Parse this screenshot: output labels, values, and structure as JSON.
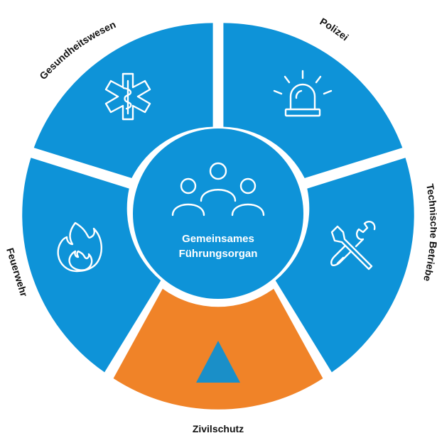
{
  "diagram": {
    "center": {
      "line1": "Gemeinsames",
      "line2": "Führungsorgan",
      "icon": "people-group-icon"
    },
    "segments": [
      {
        "label": "Gesundheitswesen",
        "icon": "star-of-life-icon",
        "color": "#0e93d8"
      },
      {
        "label": "Polizei",
        "icon": "siren-icon",
        "color": "#0e93d8"
      },
      {
        "label": "Technische Betriebe",
        "icon": "tools-icon",
        "color": "#0e93d8"
      },
      {
        "label": "Zivilschutz",
        "icon": "triangle-icon",
        "color": "#f08328"
      },
      {
        "label": "Feuerwehr",
        "icon": "flame-icon",
        "color": "#0e93d8"
      }
    ],
    "accent_triangle_color": "#1a8fc8"
  }
}
